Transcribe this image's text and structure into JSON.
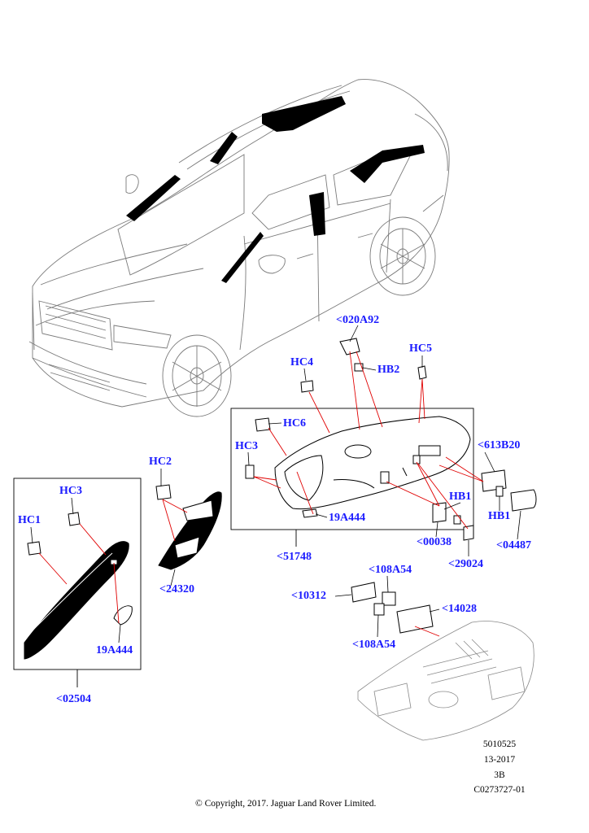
{
  "colors": {
    "label": "#1a1aff",
    "line": "#000000",
    "leader": "#e00000",
    "sketch": "#7a7a7a",
    "fill": "#000000"
  },
  "labels": {
    "p020A92": "<020A92",
    "hb2": "HB2",
    "hc5": "HC5",
    "hc4": "HC4",
    "hc6": "HC6",
    "hc3_main": "HC3",
    "p613B20": "<613B20",
    "hb1_a": "HB1",
    "hb1_b": "HB1",
    "p19A444_main": "19A444",
    "p00038": "<00038",
    "p04487": "<04487",
    "p29024": "<29024",
    "p51748": "<51748",
    "hc2": "HC2",
    "p24320": "<24320",
    "hc3_left": "HC3",
    "hc1": "HC1",
    "p19A444_left": "19A444",
    "p02504": "<02504",
    "p108A54_top": "<108A54",
    "p10312": "<10312",
    "p14028": "<14028",
    "p108A54_bottom": "<108A54"
  },
  "meta": {
    "code": "5010525",
    "date": "13-2017",
    "rev": "3B",
    "ref": "C0273727-01"
  },
  "copyright": "© Copyright, 2017. Jaguar Land Rover Limited."
}
